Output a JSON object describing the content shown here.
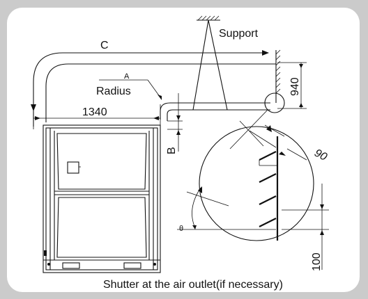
{
  "labels": {
    "support": "Support",
    "c": "C",
    "a": "A",
    "radius": "Radius",
    "dim_940": "940",
    "dim_1340": "1340",
    "b": "B",
    "dim_90": "90",
    "theta": "θ",
    "dim_100": "100",
    "caption": "Shutter at the air outlet(if necessary)"
  }
}
